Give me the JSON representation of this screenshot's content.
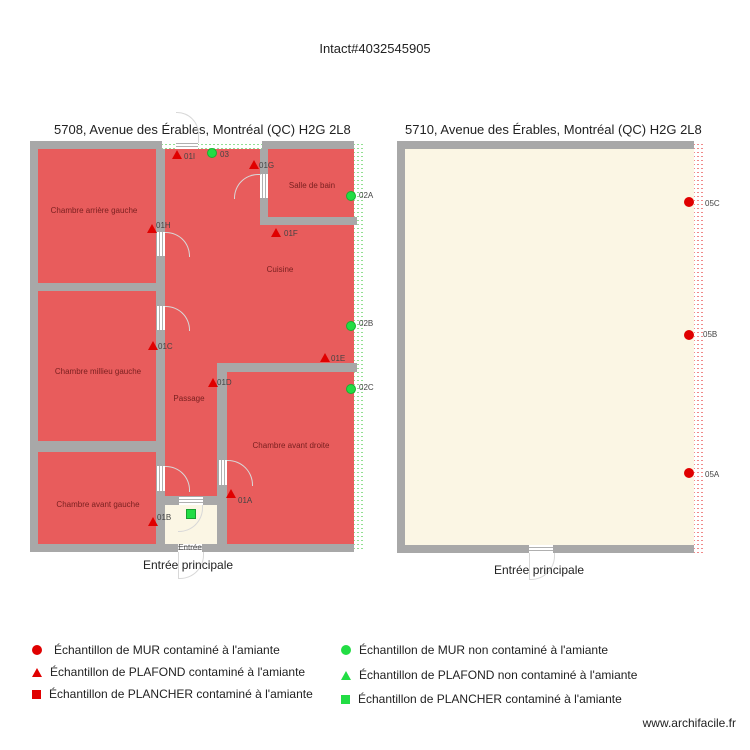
{
  "title": "Intact#4032545905",
  "colors": {
    "contaminated_room": "#e85c5c",
    "uncontaminated_room": "#fbf6e4",
    "wall": "#a8a8a8",
    "contaminated_marker": "#e00000",
    "clean_marker": "#22dd44"
  },
  "plans": [
    {
      "address": "5708, Avenue des Érables, Montréal (QC) H2G 2L8",
      "entry_label": "Entrée principale",
      "rooms": [
        {
          "name": "Chambre arrière gauche"
        },
        {
          "name": "Salle de bain"
        },
        {
          "name": "Cuisine"
        },
        {
          "name": "Chambre millieu gauche"
        },
        {
          "name": "Passage"
        },
        {
          "name": "Chambre avant droite"
        },
        {
          "name": "Chambre avant gauche"
        },
        {
          "name": "Entrée"
        }
      ],
      "samples": [
        {
          "id": "01I",
          "type": "plafond",
          "status": "contaminé"
        },
        {
          "id": "03",
          "type": "mur",
          "status": "non contaminé"
        },
        {
          "id": "01G",
          "type": "plafond",
          "status": "contaminé"
        },
        {
          "id": "02A",
          "type": "mur",
          "status": "non contaminé"
        },
        {
          "id": "01H",
          "type": "plafond",
          "status": "contaminé"
        },
        {
          "id": "01F",
          "type": "plafond",
          "status": "contaminé"
        },
        {
          "id": "02B",
          "type": "mur",
          "status": "non contaminé"
        },
        {
          "id": "01C",
          "type": "plafond",
          "status": "contaminé"
        },
        {
          "id": "01E",
          "type": "plafond",
          "status": "contaminé"
        },
        {
          "id": "01D",
          "type": "plafond",
          "status": "contaminé"
        },
        {
          "id": "02C",
          "type": "mur",
          "status": "non contaminé"
        },
        {
          "id": "01A",
          "type": "plafond",
          "status": "contaminé"
        },
        {
          "id": "01B",
          "type": "plafond",
          "status": "contaminé"
        }
      ]
    },
    {
      "address": "5710, Avenue des Érables, Montréal (QC) H2G 2L8",
      "entry_label": "Entrée principale",
      "samples": [
        {
          "id": "05C",
          "type": "mur",
          "status": "contaminé"
        },
        {
          "id": "05B",
          "type": "mur",
          "status": "contaminé"
        },
        {
          "id": "05A",
          "type": "mur",
          "status": "contaminé"
        }
      ]
    }
  ],
  "legend": [
    {
      "symbol": "circle-red",
      "label": "Échantillon de MUR contaminé à l'amiante"
    },
    {
      "symbol": "triangle-red",
      "label": "Échantillon de PLAFOND contaminé à l'amiante"
    },
    {
      "symbol": "square-red",
      "label": "Échantillon de PLANCHER contaminé à l'amiante"
    },
    {
      "symbol": "circle-green",
      "label": "Échantillon de MUR non contaminé à l'amiante"
    },
    {
      "symbol": "triangle-green",
      "label": "Échantillon de PLAFOND non contaminé à l'amiante"
    },
    {
      "symbol": "square-green",
      "label": "Échantillon de PLANCHER contaminé à l'amiante"
    }
  ],
  "footer": "www.archifacile.fr"
}
